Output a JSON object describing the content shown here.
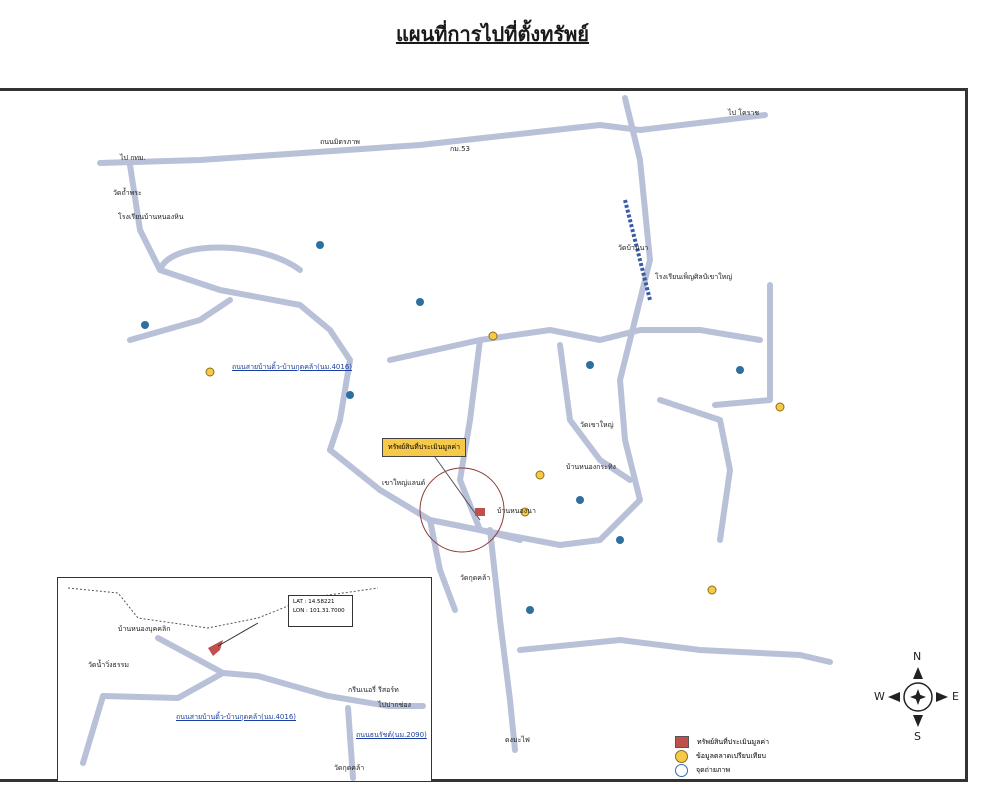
{
  "title": "แผนที่การไปที่ตั้งทรัพย์",
  "callout": "ทรัพย์สินที่ประเมินมูลค่า",
  "labels": {
    "wat_tham_phra": "วัดถ้ำพระ",
    "rong_rian_ban_nong": "โรงเรียนบ้านหนองหิน",
    "wat_ban_na": "วัดบ้านนา",
    "rong_rian_khao_yai": "โรงเรียนเพ็ญศิลป์เขาใหญ่",
    "wat_khao_yai": "วัดเขาใหญ่",
    "khao_yai_land": "เขาใหญ่แลนด์",
    "ban_nong_krathing": "บ้านหนองกระทิง",
    "wat_nong_sarai": "วัดกุดคล้า",
    "ban_kham": "บ้านหนองนา",
    "khong_nam": "ดงมะไฟ",
    "road_top": "ถนนมิตรภาพ",
    "road_mid": "ถนนสายบ้านติ้ว-บ้านกุดคล้า(นม.4016)",
    "km53": "กม.53",
    "to_bangkok": "ไป กทม.",
    "to_korat": "ไป โคราช"
  },
  "inset": {
    "lat": "LAT : 14.58221",
    "lon": "LON : 101.31.7000",
    "village": "บ้านหนองบุคคลิก",
    "road1": "ถนนสายบ้านติ้ว-บ้านกุดคล้า(นม.4016)",
    "road2": "ถนนธนรัชต์(นม.2090)",
    "place1": "วัดน้ำวิ่งธรรม",
    "place2": "วัดกุดคล้า",
    "place3": "กรีนเนอรี่ รีสอร์ท",
    "place4": "ไปปากช่อง"
  },
  "legend": [
    {
      "label": "ทรัพย์สินที่ประเมินมูลค่า",
      "color": "#c0504d"
    },
    {
      "label": "ข้อมูลตลาดเปรียบเทียบ",
      "color": "#f7c948"
    },
    {
      "label": "จุดถ่ายภาพ",
      "color": "#2a6fb5"
    }
  ],
  "compass": {
    "n": "N",
    "s": "S",
    "e": "E",
    "w": "W"
  }
}
